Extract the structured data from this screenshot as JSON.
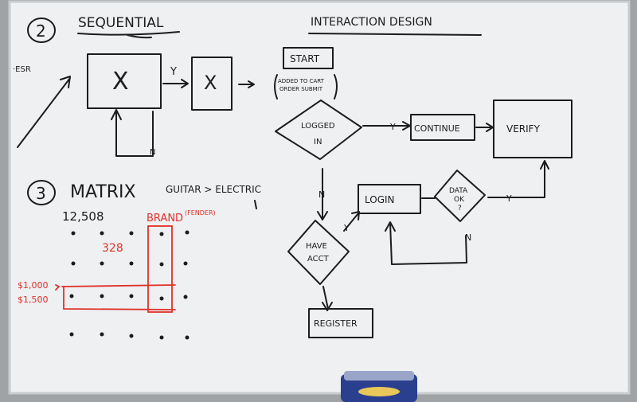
{
  "colors": {
    "board": "#eef0f1",
    "frame": "#8a8d90",
    "ink": "#1c1c1c",
    "red": "#e0302a",
    "eraser_blue": "#2b3f8f"
  },
  "left": {
    "sequential": {
      "number": "2",
      "title": "SEQUENTIAL",
      "side_label": "·ESR",
      "box_a": "X",
      "box_b": "X",
      "arrow_label": "Y",
      "loop_label": "N"
    },
    "matrix": {
      "number": "3",
      "title": "MATRIX",
      "subtitle": "GUITAR > ELECTRIC",
      "count": "12,508",
      "red_count": "328",
      "brand_label": "BRAND",
      "brand_note": "(FENDER)",
      "price_low": "$1,000",
      "price_high": "$1,500"
    }
  },
  "right": {
    "title": "INTERACTION DESIGN",
    "start": "START",
    "start_note_1": "ADDED TO CART",
    "start_note_2": "ORDER SUBMIT",
    "logged_in_1": "LOGGED",
    "logged_in_2": "IN",
    "yes_1": "Y",
    "continue": "CONTINUE",
    "verify": "VERIFY",
    "no_1": "N",
    "login": "LOGIN",
    "data_ok_1": "DATA",
    "data_ok_2": "OK",
    "data_ok_3": "?",
    "yes_2": "Y",
    "yes_3": "Y",
    "no_2": "N",
    "have_acct_1": "HAVE",
    "have_acct_2": "ACCT",
    "register": "REGISTER"
  }
}
